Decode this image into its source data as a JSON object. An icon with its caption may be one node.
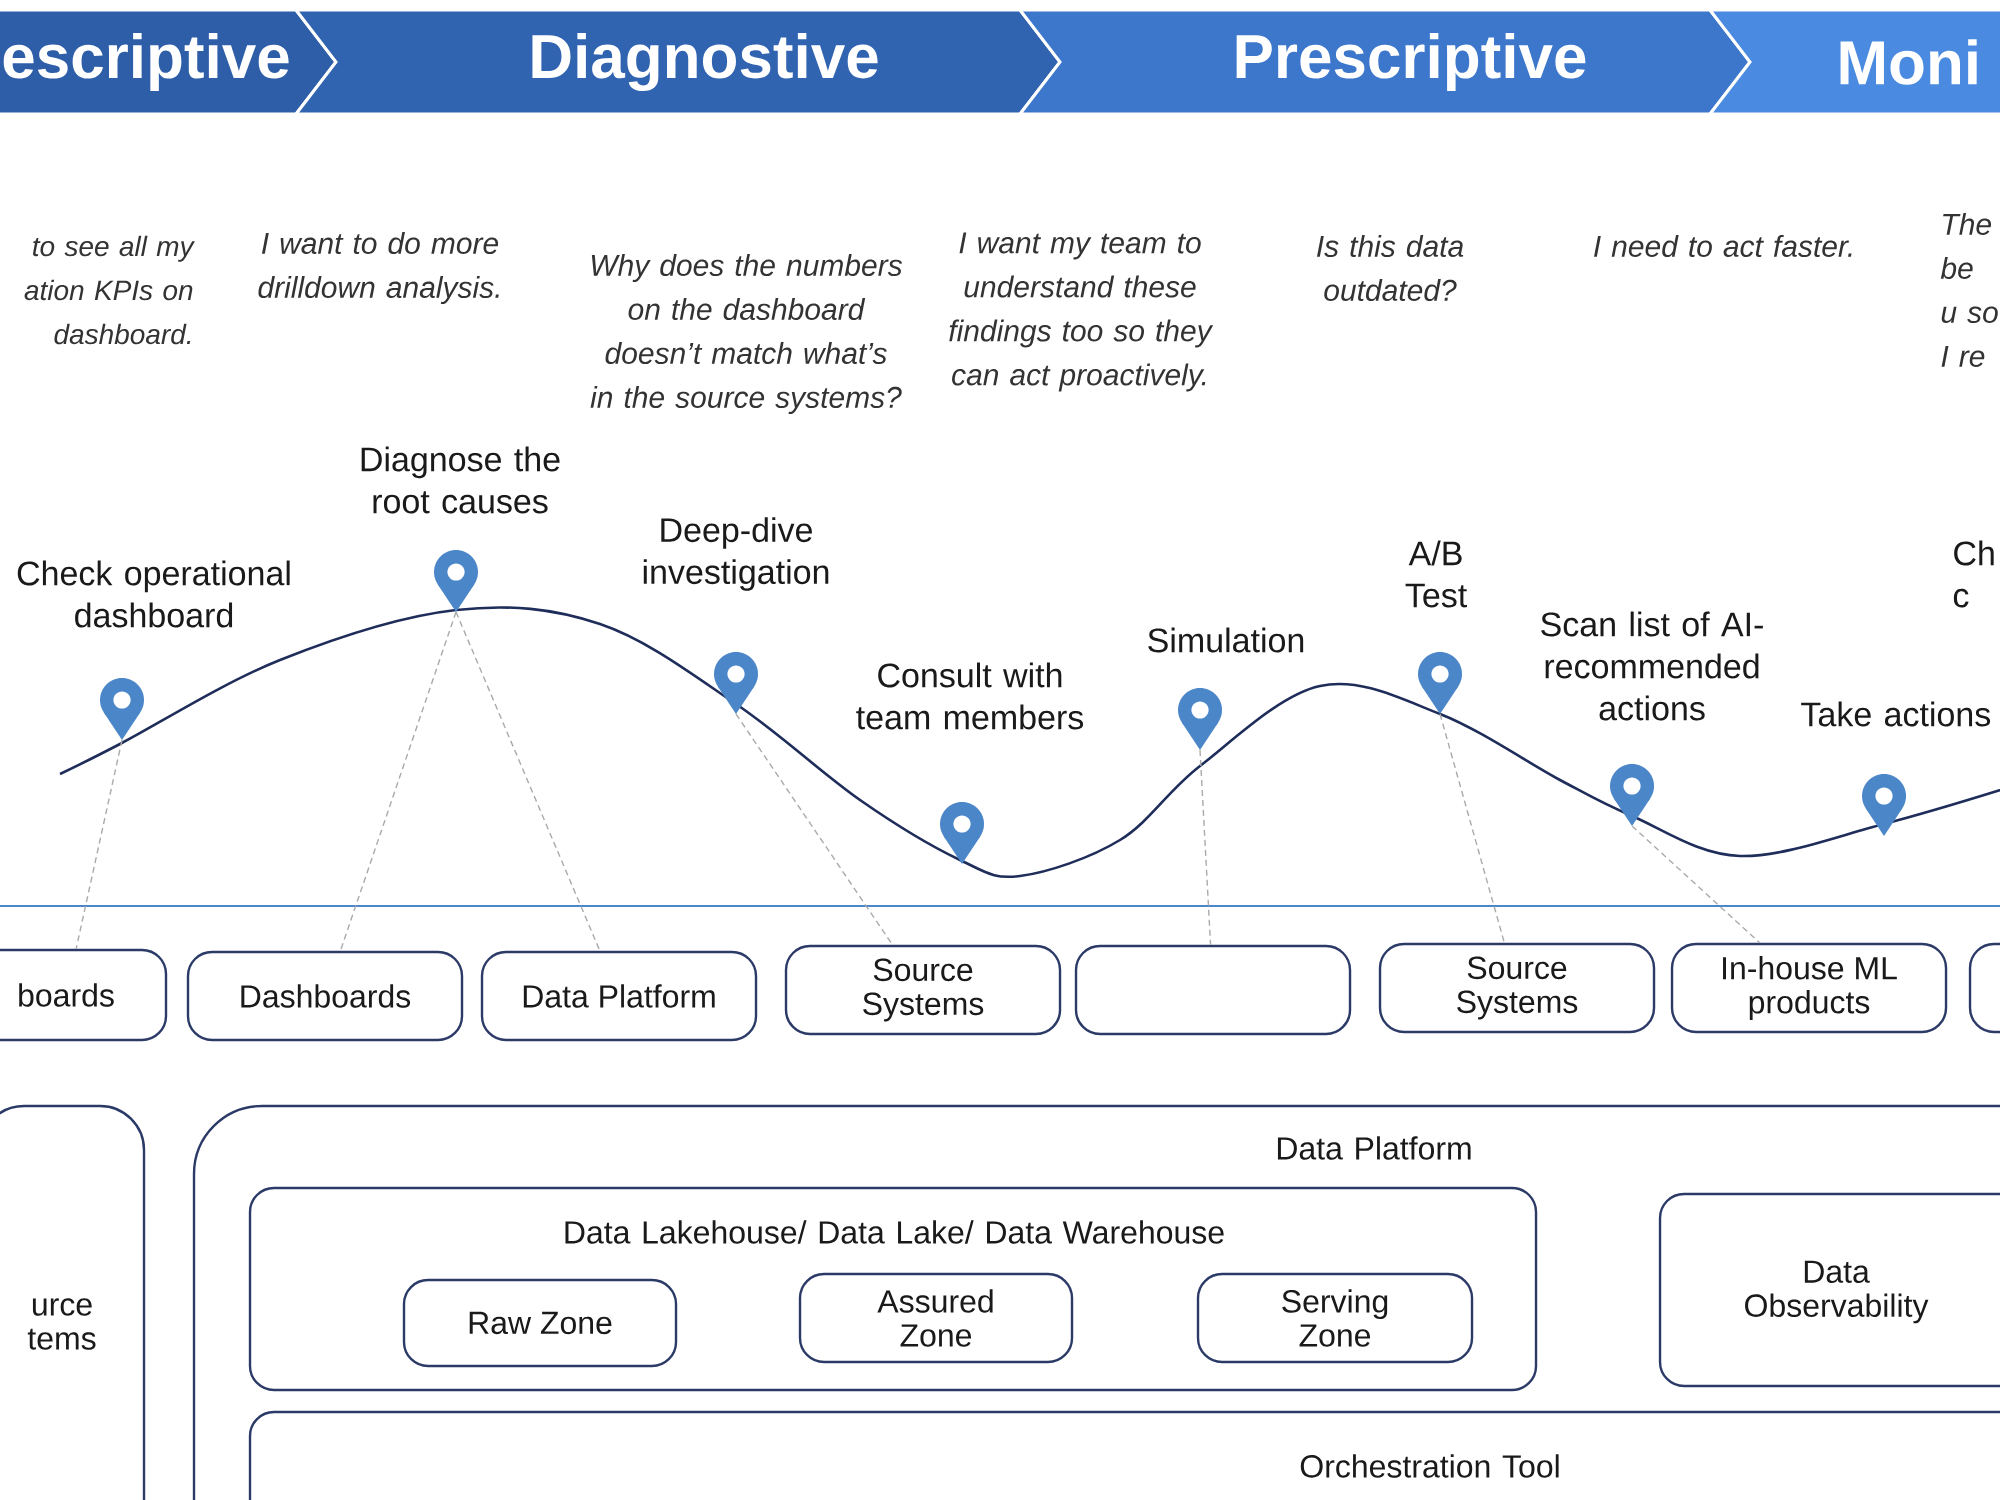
{
  "diagram": {
    "nodes": [
      {
        "text": [
          "escriptive"
        ]
      },
      {
        "text": [
          "Diagnostive"
        ]
      },
      {
        "text": [
          "Prescriptive"
        ]
      },
      {
        "text": [
          "Moni"
        ]
      },
      {
        "text": [],
        "shape": "pin",
        "beside": [
          "Check operational dashboard"
        ]
      },
      {
        "text": [],
        "shape": "pin",
        "beside": [
          "Diagnose the root causes"
        ]
      },
      {
        "text": [],
        "shape": "pin",
        "beside": [
          "Deep-dive investigation"
        ]
      },
      {
        "text": [],
        "shape": "pin",
        "beside": [
          "Consult with team members"
        ]
      },
      {
        "text": [],
        "shape": "pin",
        "beside": [
          "Simulation"
        ]
      },
      {
        "text": [],
        "shape": "pin",
        "beside": [
          "A/B Test"
        ]
      },
      {
        "text": [],
        "shape": "pin",
        "beside": [
          "Scan list of AI-recommended actions"
        ]
      },
      {
        "text": [],
        "shape": "pin",
        "beside": [
          "Take actions"
        ]
      },
      {
        "text": [
          "boards"
        ]
      },
      {
        "text": [
          "Dashboards"
        ]
      },
      {
        "text": [
          "Data Platform"
        ]
      },
      {
        "text": [
          "Source Systems"
        ]
      },
      {
        "text": [],
        "shape": "box"
      },
      {
        "text": [
          "Source Systems"
        ]
      },
      {
        "text": [
          "In-house ML products"
        ]
      },
      {
        "text": [],
        "shape": "box"
      },
      {
        "text": [
          "urce tems"
        ]
      },
      {
        "text": [
          "Data Platform"
        ]
      },
      {
        "text": [
          "Data Lakehouse/ Data Lake/ Data Warehouse"
        ],
        "in": 21
      },
      {
        "text": [
          "Raw Zone"
        ],
        "in": 22
      },
      {
        "text": [
          "Assured Zone"
        ],
        "in": 22
      },
      {
        "text": [
          "Serving Zone"
        ],
        "in": 22
      },
      {
        "text": [
          "Data Observability"
        ],
        "in": 21
      },
      {
        "text": [
          "Orchestration Tool"
        ],
        "in": 21
      }
    ],
    "edges": [
      {
        "from": 4,
        "to": 12,
        "arrow": "none",
        "style": "dashed"
      },
      {
        "from": 5,
        "to": 13,
        "arrow": "none",
        "style": "dashed"
      },
      {
        "from": 5,
        "to": 14,
        "arrow": "none",
        "style": "dashed"
      },
      {
        "from": 6,
        "to": 15,
        "arrow": "none",
        "style": "dashed"
      },
      {
        "from": 8,
        "to": 16,
        "arrow": "none",
        "style": "dashed"
      },
      {
        "from": 9,
        "to": 17,
        "arrow": "none",
        "style": "dashed"
      },
      {
        "from": 10,
        "to": 18,
        "arrow": "none",
        "style": "dashed"
      }
    ],
    "labels": [
      "to see all my ation KPIs on dashboard.",
      "I want to do more drilldown analysis.",
      "Why does the numbers on the dashboard doesn’t match what’s in the source systems?",
      "I want my team to understand these findings too so they can act proactively.",
      "Is this data outdated?",
      "I need to act faster.",
      "The be u so I re",
      "Ch c"
    ]
  }
}
